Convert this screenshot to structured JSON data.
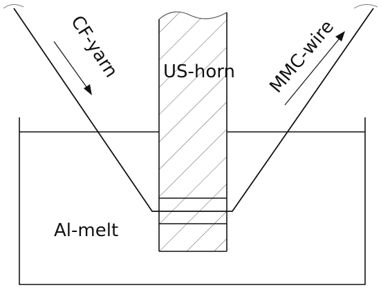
{
  "labels": {
    "cf_yarn": "CF-yarn",
    "us_horn": "US-horn",
    "mmc_wire": "MMC-wire",
    "al_melt": "Al-melt"
  },
  "colors": {
    "stroke": "#111111",
    "hatch": "#555555",
    "background": "#ffffff"
  }
}
